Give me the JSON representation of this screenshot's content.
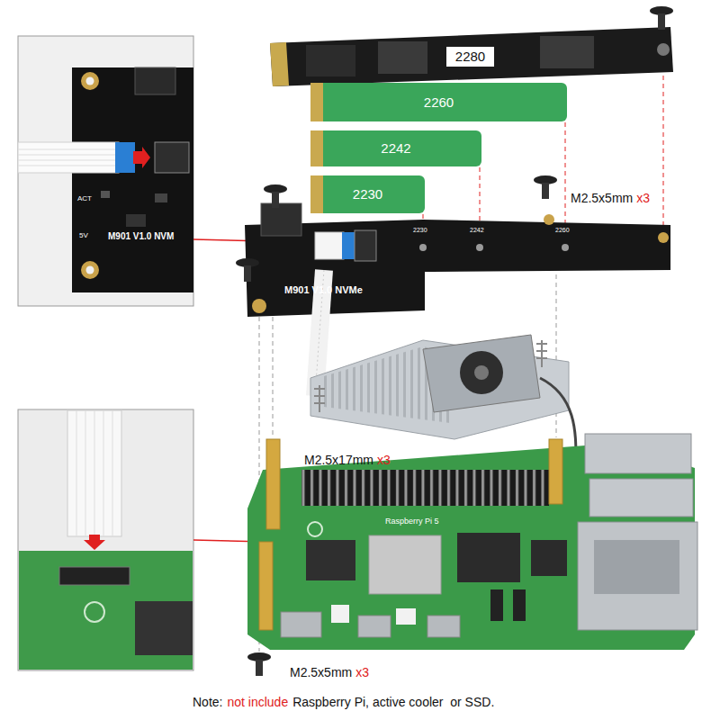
{
  "diagram": {
    "nodes": [
      {
        "text": [
          "2280"
        ]
      },
      {
        "text": [
          "2260"
        ]
      },
      {
        "text": [
          "2242"
        ]
      },
      {
        "text": [
          "2230"
        ]
      }
    ],
    "labels": [
      "M901 V1.0 NVM",
      "ACT",
      "5V",
      "2230",
      "2242",
      "2260",
      "M901 V1.0 NVMe",
      "M2.5x5mm",
      "x3",
      "M2.5x17mm",
      "x3",
      "Raspberry Pi 5",
      "M2.5x5mm",
      "x3",
      "Note:",
      "not include",
      "Raspberry Pi, active cooler  or SSD."
    ]
  }
}
